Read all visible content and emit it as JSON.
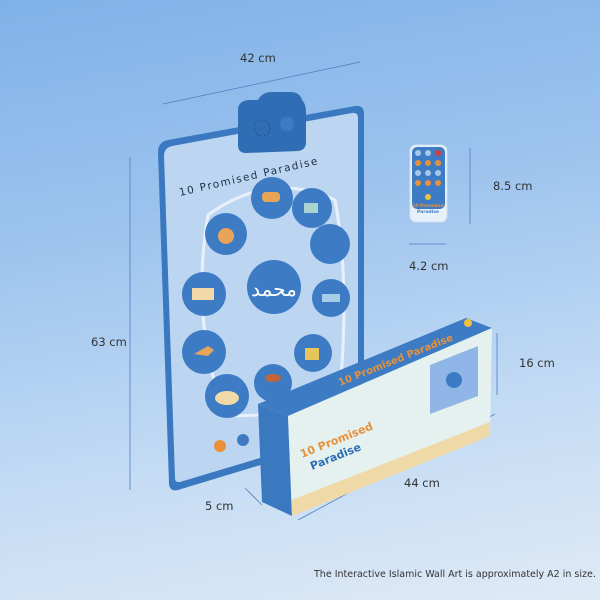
{
  "dimensions": {
    "chart_width": "42 cm",
    "chart_height": "63 cm",
    "remote_height": "8.5 cm",
    "remote_width": "4.2 cm",
    "box_height": "16 cm",
    "box_length": "44 cm",
    "box_depth": "5 cm"
  },
  "wall_chart": {
    "title": "10 Promised Paradise",
    "center_icon": "muhammad-calligraphy-icon"
  },
  "remote": {
    "label_line1": "10 Promised",
    "label_line2": "Paradise"
  },
  "box": {
    "top_title": "10 Promised Paradise",
    "front_title_line1": "10 Promised",
    "front_title_line2": "Paradise"
  },
  "caption": "The Interactive Islamic Wall Art is approximately A2 in size.",
  "colors": {
    "primary_blue": "#3d7cc4",
    "light_blue": "#b7d2f0",
    "orange": "#e8913a"
  }
}
